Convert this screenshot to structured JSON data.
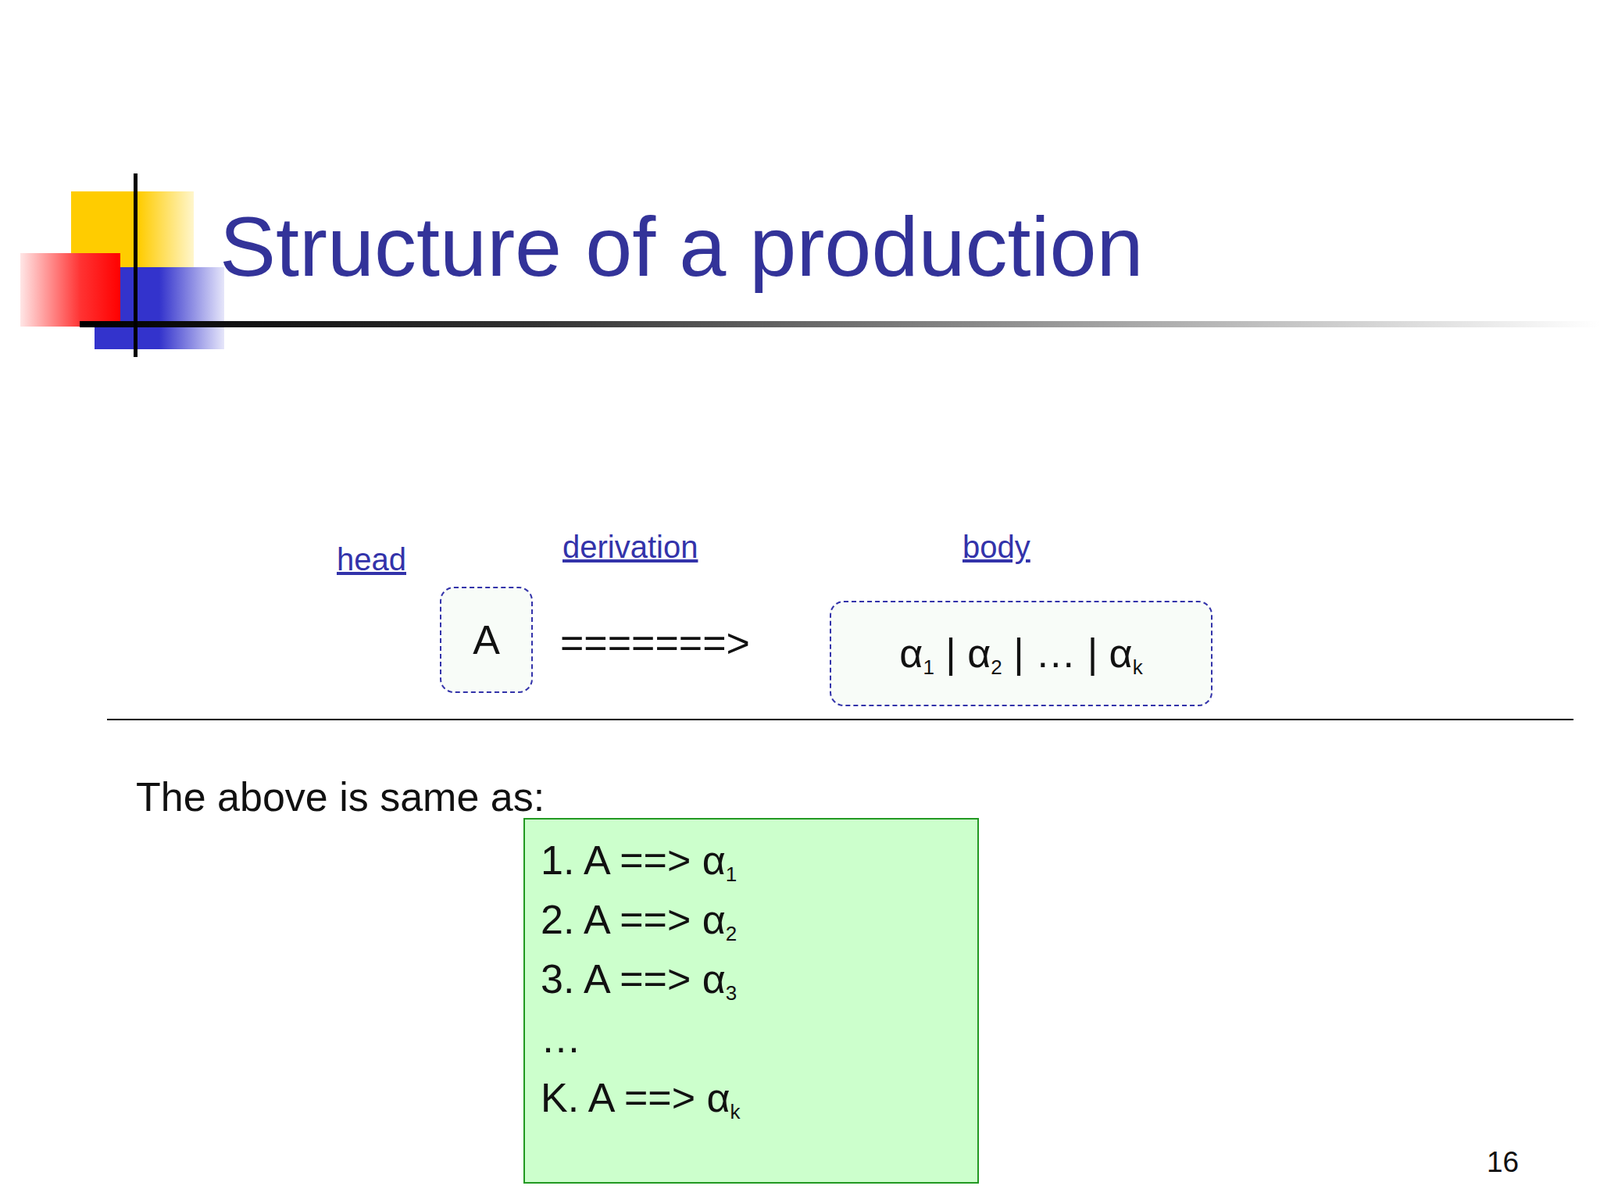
{
  "diagram": {
    "title": "Structure of a production",
    "nodes": [
      {
        "text": [
          "A"
        ]
      },
      {
        "text": [
          "α1 | α2 | … | αk"
        ]
      },
      {
        "text": [
          "1. A ==> α1",
          "2. A ==> α2",
          "3. A ==> α3",
          "…",
          "K. A ==> αk"
        ]
      }
    ],
    "labels": [
      "head",
      "derivation",
      "body",
      "=======>",
      "The above is same as:",
      "16"
    ]
  }
}
